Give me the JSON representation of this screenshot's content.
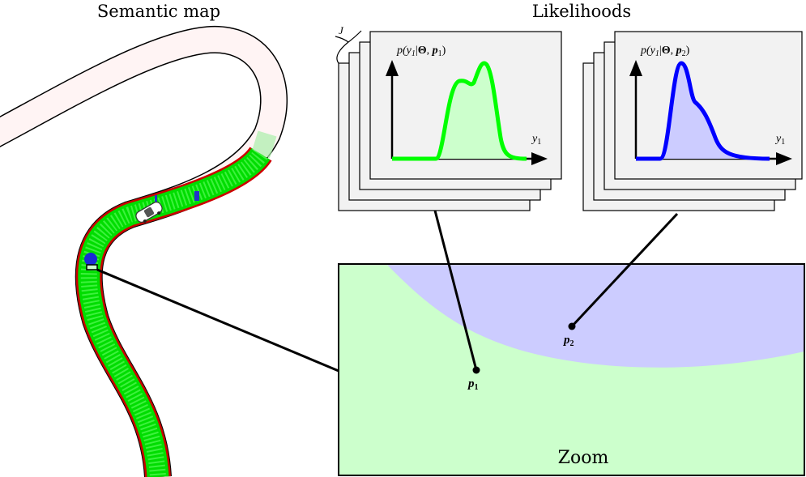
{
  "titles": {
    "semantic_map": "Semantic map",
    "likelihoods": "Likelihoods",
    "zoom": "Zoom"
  },
  "stack_count_label": "J",
  "plots": [
    {
      "ylabel_prefix": "p(y",
      "ylabel_sub": "1",
      "ylabel_mid": "|",
      "ylabel_theta": "Θ",
      "ylabel_comma": ", ",
      "ylabel_p": "p",
      "ylabel_p_sub": "1",
      "ylabel_close": ")",
      "xlabel": "y",
      "xlabel_sub": "1",
      "color": "#00ff00",
      "fill": "#ccffcc"
    },
    {
      "ylabel_prefix": "p(y",
      "ylabel_sub": "1",
      "ylabel_mid": "|",
      "ylabel_theta": "Θ",
      "ylabel_comma": ", ",
      "ylabel_p": "p",
      "ylabel_p_sub": "2",
      "ylabel_close": ")",
      "xlabel": "y",
      "xlabel_sub": "1",
      "color": "#0000ff",
      "fill": "#ccccff"
    }
  ],
  "points": [
    {
      "label": "p",
      "sub": "1"
    },
    {
      "label": "p",
      "sub": "2"
    }
  ],
  "colors": {
    "road_green": "#00dd00",
    "road_edge": "#cc0000",
    "zoom_green": "#ccffcc",
    "zoom_blue": "#ccccff",
    "card_fill": "#f2f2f2"
  }
}
